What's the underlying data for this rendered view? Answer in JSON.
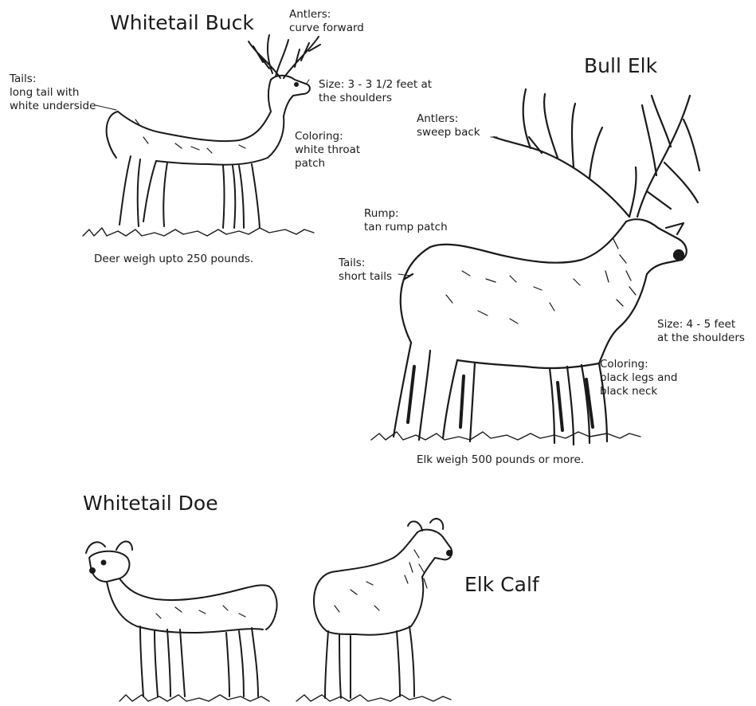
{
  "titles": {
    "whitetail_buck": "Whitetail Buck",
    "bull_elk": "Bull Elk",
    "whitetail_doe": "Whitetail Doe",
    "elk_calf": "Elk Calf"
  },
  "buck_notes": {
    "antlers": {
      "heading": "Antlers:",
      "body": "curve forward"
    },
    "tails": {
      "heading": "Tails:",
      "body_line1": "long tail with",
      "body_line2": "white underside"
    },
    "size": {
      "line1": "Size: 3 - 3 1/2 feet at",
      "line2": "the shoulders"
    },
    "coloring": {
      "heading": "Coloring:",
      "body_line1": "white throat",
      "body_line2": "patch"
    },
    "caption": "Deer weigh upto 250 pounds."
  },
  "elk_notes": {
    "antlers": {
      "heading": "Antlers:",
      "body": "sweep back"
    },
    "rump": {
      "heading": "Rump:",
      "body": "tan rump patch"
    },
    "tails": {
      "heading": "Tails:",
      "body": "short tails"
    },
    "size": {
      "line1": "Size: 4 - 5 feet",
      "line2": "at the shoulders"
    },
    "coloring": {
      "heading": "Coloring:",
      "body_line1": "black legs and",
      "body_line2": "black neck"
    },
    "caption": "Elk weigh 500 pounds or more."
  },
  "colors": {
    "ink": "#1a1a1a",
    "background": "#ffffff"
  }
}
